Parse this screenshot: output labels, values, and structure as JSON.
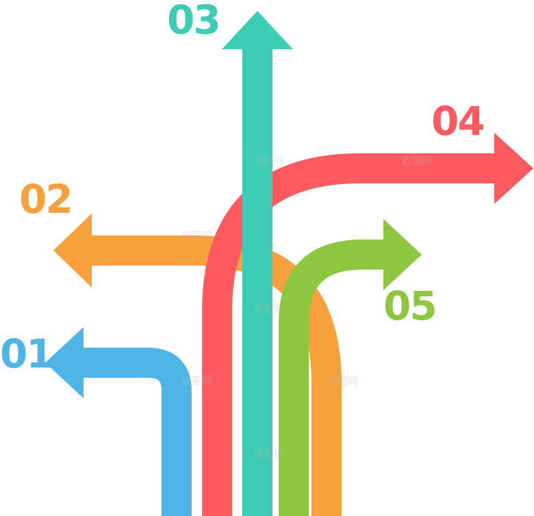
{
  "arrows": [
    {
      "id": "01",
      "label": "01",
      "color": "#4FB5E6"
    },
    {
      "id": "02",
      "label": "02",
      "color": "#F7A13C"
    },
    {
      "id": "03",
      "label": "03",
      "color": "#3DCCB4"
    },
    {
      "id": "04",
      "label": "04",
      "color": "#FF5A5F"
    },
    {
      "id": "05",
      "label": "05",
      "color": "#8DC63F"
    }
  ],
  "watermark": "致图网"
}
